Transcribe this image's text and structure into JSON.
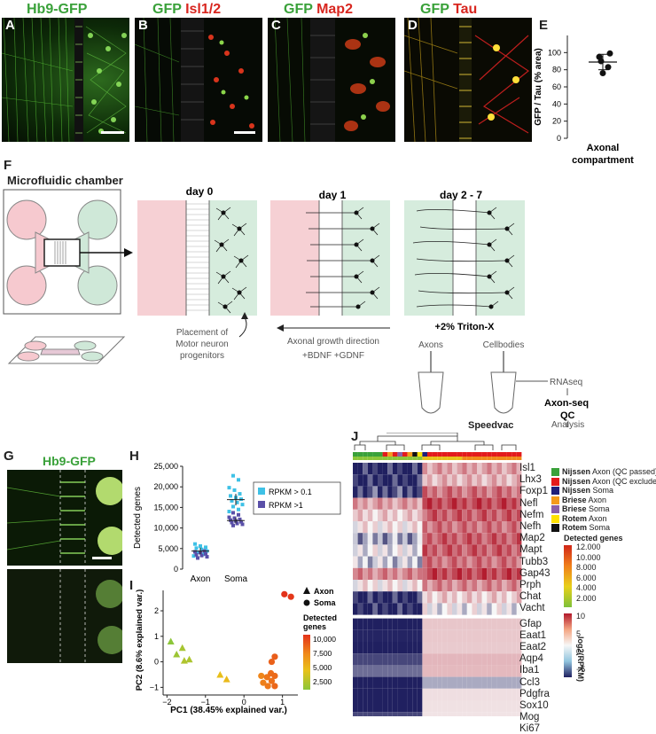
{
  "panels": {
    "A": {
      "letter": "A",
      "title_green": "Hb9-GFP",
      "title_red": ""
    },
    "B": {
      "letter": "B",
      "title_green": "GFP",
      "title_red": "Isl1/2"
    },
    "C": {
      "letter": "C",
      "title_green": "GFP",
      "title_red": "Map2"
    },
    "D": {
      "letter": "D",
      "title_green": "GFP",
      "title_red": "Tau"
    },
    "E": {
      "letter": "E"
    },
    "F": {
      "letter": "F",
      "title": "Microfluidic chamber"
    },
    "G": {
      "letter": "G",
      "title": "Hb9-GFP"
    },
    "H": {
      "letter": "H"
    },
    "I": {
      "letter": "I"
    },
    "J": {
      "letter": "J"
    }
  },
  "panelE": {
    "ylabel": "GFP / Tau (% area)",
    "xlabel_line1": "Axonal",
    "xlabel_line2": "compartment",
    "ticks": [
      "0",
      "20",
      "40",
      "60",
      "80",
      "100"
    ]
  },
  "panelF": {
    "day0": "day 0",
    "day1": "day 1",
    "day27": "day 2 - 7",
    "placement_line1": "Placement of",
    "placement_line2": "Motor neuron",
    "placement_line3": "progenitors",
    "growth": "Axonal growth direction",
    "factors": "+BDNF  +GDNF",
    "triton": "+2% Triton-X",
    "axons": "Axons",
    "cellbodies": "Cellbodies",
    "rnaseq": "RNAseq",
    "axonseq": "Axon-seq",
    "qc": "QC",
    "analysis": "Analysis",
    "speedvac": "Speedvac"
  },
  "panelH": {
    "ylabel": "Detected genes",
    "ticks": [
      "0",
      "5,000",
      "10,000",
      "15,000",
      "20,000",
      "25,000"
    ],
    "categories": [
      "Axon",
      "Soma"
    ],
    "legend": [
      "RPKM > 0.1",
      "RPKM >1"
    ]
  },
  "panelI": {
    "xlabel": "PC1 (38.45% explained var.)",
    "ylabel": "PC2 (8.6% explained var.)",
    "xticks": [
      "−2",
      "−1",
      "0",
      "1"
    ],
    "yticks": [
      "−1",
      "0",
      "1",
      "2"
    ],
    "shape_axon": "Axon",
    "shape_soma": "Soma",
    "cbar_title_1": "Detected",
    "cbar_title_2": "genes",
    "cbar_ticks": [
      "10,000",
      "7,500",
      "5,000",
      "2,500"
    ]
  },
  "panelJ": {
    "genes_top": [
      "Isl1",
      "Lhx3",
      "Foxp1",
      "Nefl",
      "Nefm",
      "Nefh",
      "Map2",
      "Mapt",
      "Tubb3",
      "Gap43",
      "Prph",
      "Chat",
      "Vacht"
    ],
    "genes_bottom": [
      "Gfap",
      "Eaat1",
      "Eaat2",
      "Aqp4",
      "Iba1",
      "Ccl3",
      "Pdgfra",
      "Sox10",
      "Mog",
      "Ki67"
    ],
    "legend": [
      {
        "bold": "Nijssen",
        "rest": " Axon (QC passed)",
        "color": "#3aa13a"
      },
      {
        "bold": "Nijssen",
        "rest": " Axon (QC excluded)",
        "color": "#e31a1c"
      },
      {
        "bold": "Nijssen",
        "rest": " Soma",
        "color": "#1f1f7a"
      },
      {
        "bold": "Briese",
        "rest": " Axon",
        "color": "#f49a1b"
      },
      {
        "bold": "Briese",
        "rest": " Soma",
        "color": "#8b5fa8"
      },
      {
        "bold": "Rotem",
        "rest": " Axon",
        "color": "#ffe100"
      },
      {
        "bold": "Rotem",
        "rest": " Soma",
        "color": "#111111"
      }
    ],
    "detected_title": "Detected genes",
    "detected_ticks": [
      "12.000",
      "10.000",
      "8.000",
      "6.000",
      "4.000",
      "2.000"
    ],
    "log_label": "log2(RPKM)",
    "log_ticks": [
      "10",
      "5",
      "0",
      "−5"
    ]
  },
  "chart_data": [
    {
      "type": "scatter",
      "panel": "E",
      "ylabel": "GFP / Tau (% area)",
      "ylim": [
        0,
        120
      ],
      "values": [
        95,
        99,
        90,
        83,
        76
      ],
      "mean": 89,
      "sd": 9
    },
    {
      "type": "scatter",
      "panel": "H",
      "ylabel": "Detected genes",
      "categories": [
        "Axon",
        "Soma"
      ],
      "ylim": [
        0,
        25000
      ],
      "series": [
        {
          "name": "RPKM > 0.1",
          "color": "#3ec1e6",
          "Axon": [
            3200,
            3600,
            4100,
            4400,
            4800,
            5100,
            5300,
            5600,
            6100
          ],
          "Soma": [
            14000,
            14500,
            15200,
            15700,
            16200,
            16600,
            17000,
            17400,
            17800,
            18300,
            19200,
            19800,
            21700,
            22700
          ]
        },
        {
          "name": "RPKM >1",
          "color": "#5a50a8",
          "Axon": [
            2700,
            3000,
            3300,
            3500,
            3700,
            4000,
            4200,
            4400
          ],
          "Soma": [
            10600,
            10900,
            11100,
            11300,
            11500,
            11700,
            11900,
            12100,
            12400,
            12600,
            13200,
            13700
          ]
        }
      ]
    },
    {
      "type": "scatter",
      "panel": "I",
      "xlabel": "PC1 (38.45% explained var.)",
      "ylabel": "PC2 (8.6% explained var.)",
      "xlim": [
        -2.1,
        1.4
      ],
      "ylim": [
        -1.3,
        2.8
      ],
      "points": [
        {
          "x": -1.9,
          "y": 0.8,
          "shape": "Axon",
          "genes": 2000
        },
        {
          "x": -1.75,
          "y": 0.3,
          "shape": "Axon",
          "genes": 2500
        },
        {
          "x": -1.6,
          "y": 0.55,
          "shape": "Axon",
          "genes": 2800
        },
        {
          "x": -1.55,
          "y": 0.05,
          "shape": "Axon",
          "genes": 3100
        },
        {
          "x": -1.42,
          "y": 0.1,
          "shape": "Axon",
          "genes": 3000
        },
        {
          "x": -0.62,
          "y": -0.5,
          "shape": "Axon",
          "genes": 5000
        },
        {
          "x": -0.45,
          "y": -0.68,
          "shape": "Axon",
          "genes": 5300
        },
        {
          "x": 0.45,
          "y": -0.55,
          "shape": "Soma",
          "genes": 7800
        },
        {
          "x": 0.5,
          "y": -0.82,
          "shape": "Soma",
          "genes": 8000
        },
        {
          "x": 0.6,
          "y": -0.6,
          "shape": "Soma",
          "genes": 8300
        },
        {
          "x": 0.62,
          "y": -0.95,
          "shape": "Soma",
          "genes": 8200
        },
        {
          "x": 0.7,
          "y": -0.45,
          "shape": "Soma",
          "genes": 8600
        },
        {
          "x": 0.72,
          "y": -0.75,
          "shape": "Soma",
          "genes": 8500
        },
        {
          "x": 0.8,
          "y": -0.95,
          "shape": "Soma",
          "genes": 8800
        },
        {
          "x": 0.8,
          "y": -0.55,
          "shape": "Soma",
          "genes": 8700
        },
        {
          "x": 0.72,
          "y": 0.0,
          "shape": "Soma",
          "genes": 9000
        },
        {
          "x": 0.8,
          "y": 0.2,
          "shape": "Soma",
          "genes": 9100
        },
        {
          "x": 1.05,
          "y": 2.65,
          "shape": "Soma",
          "genes": 10500
        },
        {
          "x": 1.22,
          "y": 2.55,
          "shape": "Soma",
          "genes": 10300
        }
      ]
    },
    {
      "type": "heatmap",
      "panel": "J",
      "cbar_range": [
        -5,
        10
      ]
    }
  ]
}
